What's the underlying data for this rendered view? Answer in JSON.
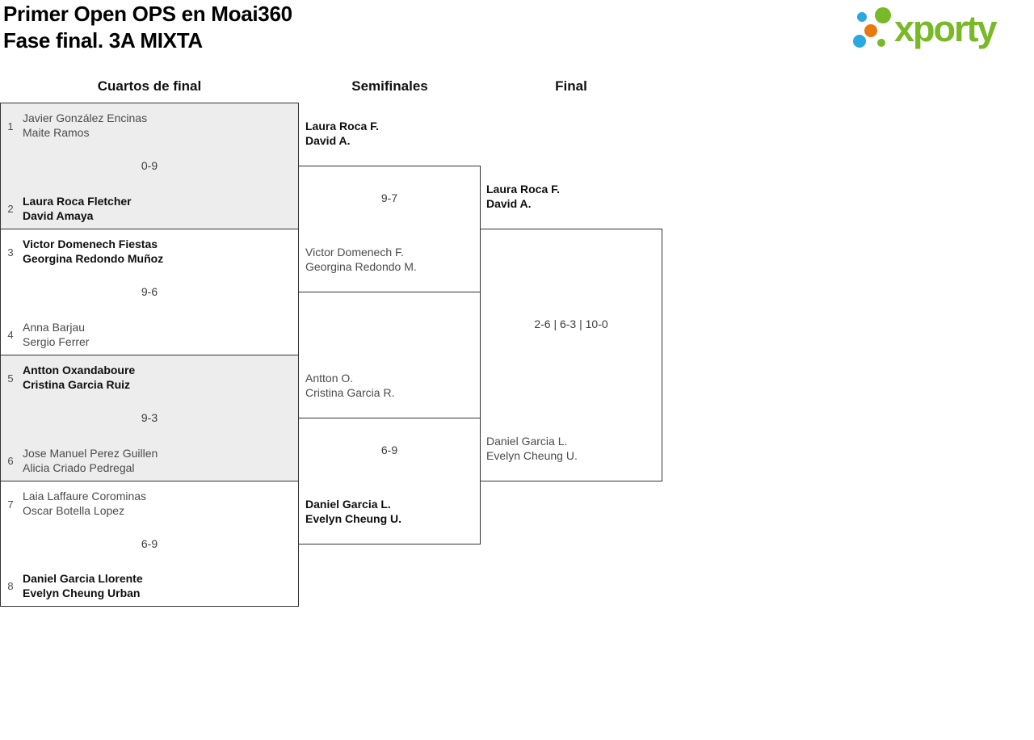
{
  "header": {
    "title": "Primer Open OPS en Moai360",
    "subtitle": "Fase final. 3A MIXTA"
  },
  "logo": {
    "text": "xporty",
    "colors": {
      "green": "#79b928",
      "blue": "#29a9e0",
      "orange": "#e8790f"
    }
  },
  "rounds": [
    {
      "label": "Cuartos de final"
    },
    {
      "label": "Semifinales"
    },
    {
      "label": "Final"
    }
  ],
  "colors": {
    "box_border": "#333333",
    "box_fill_alt": "#ededed",
    "winner_text": "#0f0f0f",
    "loser_text": "#4b4b4b"
  },
  "bracket": {
    "quarterfinals": [
      {
        "seed1": "1",
        "team1": {
          "line1": "Javier González Encinas",
          "line2": "Maite Ramos",
          "winner": false
        },
        "score": "0-9",
        "seed2": "2",
        "team2": {
          "line1": "Laura Roca Fletcher",
          "line2": "David Amaya",
          "winner": true
        }
      },
      {
        "seed1": "3",
        "team1": {
          "line1": "Victor Domenech Fiestas",
          "line2": "Georgina Redondo Muñoz",
          "winner": true
        },
        "score": "9-6",
        "seed2": "4",
        "team2": {
          "line1": "Anna Barjau",
          "line2": "Sergio Ferrer",
          "winner": false
        }
      },
      {
        "seed1": "5",
        "team1": {
          "line1": "Antton Oxandaboure",
          "line2": "Cristina Garcia Ruiz",
          "winner": true
        },
        "score": "9-3",
        "seed2": "6",
        "team2": {
          "line1": "Jose Manuel Perez Guillen",
          "line2": "Alicia Criado Pedregal",
          "winner": false
        }
      },
      {
        "seed1": "7",
        "team1": {
          "line1": "Laia Laffaure Corominas",
          "line2": "Oscar Botella Lopez",
          "winner": false
        },
        "score": "6-9",
        "seed2": "8",
        "team2": {
          "line1": "Daniel Garcia Llorente",
          "line2": "Evelyn Cheung Urban",
          "winner": true
        }
      }
    ],
    "semifinals": [
      {
        "team1": {
          "line1": "Laura Roca F.",
          "line2": "David A.",
          "winner": true
        },
        "score": "9-7",
        "team2": {
          "line1": "Victor Domenech F.",
          "line2": "Georgina Redondo M.",
          "winner": false
        }
      },
      {
        "team1": {
          "line1": "Antton O.",
          "line2": "Cristina Garcia R.",
          "winner": false
        },
        "score": "6-9",
        "team2": {
          "line1": "Daniel Garcia L.",
          "line2": "Evelyn Cheung U.",
          "winner": true
        }
      }
    ],
    "final": {
      "team1": {
        "line1": "Laura Roca F.",
        "line2": "David A.",
        "winner": true
      },
      "score": "2-6 | 6-3 | 10-0",
      "team2": {
        "line1": "Daniel Garcia L.",
        "line2": "Evelyn Cheung U.",
        "winner": false
      }
    }
  }
}
